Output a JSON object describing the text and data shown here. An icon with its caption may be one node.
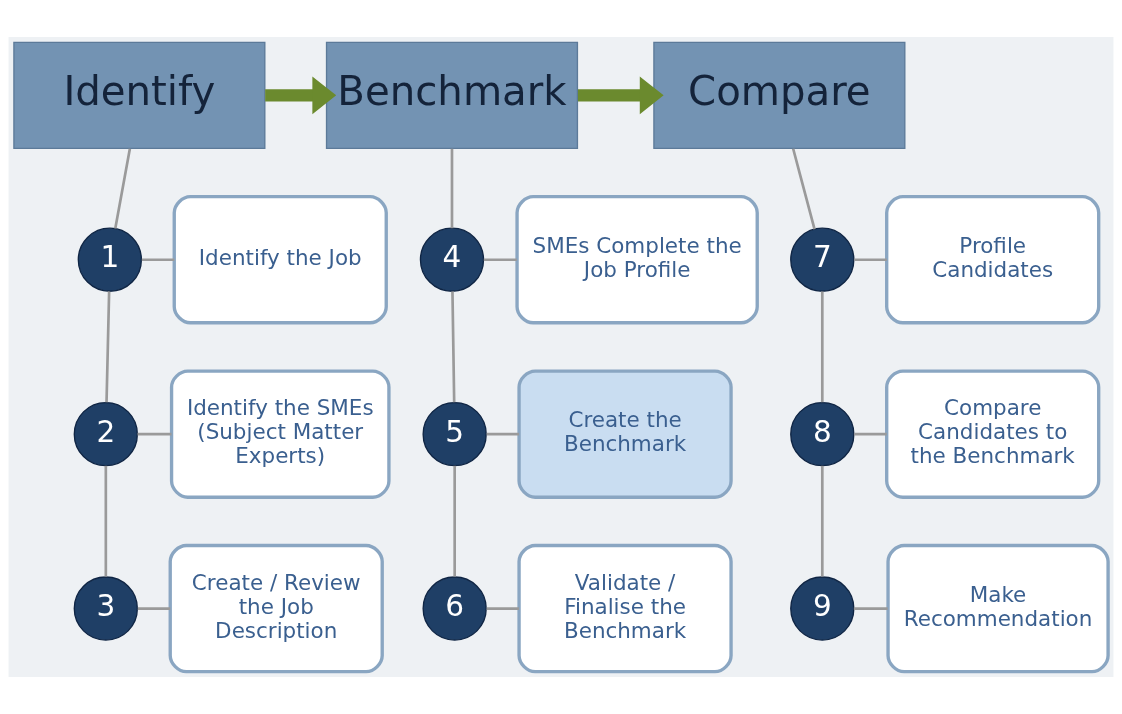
{
  "diagram": {
    "nodes": [
      {
        "text": [
          "Identify"
        ]
      },
      {
        "text": [
          "Benchmark"
        ]
      },
      {
        "text": [
          "Compare"
        ]
      },
      {
        "text": [
          "1"
        ]
      },
      {
        "text": [
          "Identify the Job"
        ]
      },
      {
        "text": [
          "4"
        ]
      },
      {
        "text": [
          "SMEs Complete the Job Profile"
        ]
      },
      {
        "text": [
          "7"
        ]
      },
      {
        "text": [
          "Profile Candidates"
        ]
      },
      {
        "text": [
          "2"
        ]
      },
      {
        "text": [
          "Identify the SMEs (Subject Matter Experts)"
        ]
      },
      {
        "text": [
          "5"
        ]
      },
      {
        "text": [
          "Create the Benchmark"
        ]
      },
      {
        "text": [
          "8"
        ]
      },
      {
        "text": [
          "Compare Candidates to the Benchmark"
        ]
      },
      {
        "text": [
          "3"
        ]
      },
      {
        "text": [
          "Create / Review the Job Description"
        ]
      },
      {
        "text": [
          "6"
        ]
      },
      {
        "text": [
          "Validate / Finalise the Benchmark"
        ]
      },
      {
        "text": [
          "9"
        ]
      },
      {
        "text": [
          "Make Recommendation"
        ]
      }
    ],
    "edges": [
      {
        "from": 0,
        "to": 1,
        "arrow": "to",
        "style": "thick",
        "color": "#6b8a2e"
      },
      {
        "from": 1,
        "to": 2,
        "arrow": "to",
        "style": "thick",
        "color": "#6b8a2e"
      },
      {
        "from": 0,
        "to": 3,
        "arrow": "none"
      },
      {
        "from": 3,
        "to": 9,
        "arrow": "none"
      },
      {
        "from": 9,
        "to": 15,
        "arrow": "none"
      },
      {
        "from": 1,
        "to": 5,
        "arrow": "none"
      },
      {
        "from": 5,
        "to": 11,
        "arrow": "none"
      },
      {
        "from": 11,
        "to": 17,
        "arrow": "none"
      },
      {
        "from": 2,
        "to": 7,
        "arrow": "none"
      },
      {
        "from": 7,
        "to": 13,
        "arrow": "none"
      },
      {
        "from": 13,
        "to": 19,
        "arrow": "none"
      },
      {
        "from": 3,
        "to": 4,
        "arrow": "none"
      },
      {
        "from": 5,
        "to": 6,
        "arrow": "none"
      },
      {
        "from": 7,
        "to": 8,
        "arrow": "none"
      },
      {
        "from": 9,
        "to": 10,
        "arrow": "none"
      },
      {
        "from": 11,
        "to": 12,
        "arrow": "none"
      },
      {
        "from": 13,
        "to": 14,
        "arrow": "none"
      },
      {
        "from": 15,
        "to": 16,
        "arrow": "none"
      },
      {
        "from": 17,
        "to": 18,
        "arrow": "none"
      },
      {
        "from": 19,
        "to": 20,
        "arrow": "none"
      }
    ]
  }
}
